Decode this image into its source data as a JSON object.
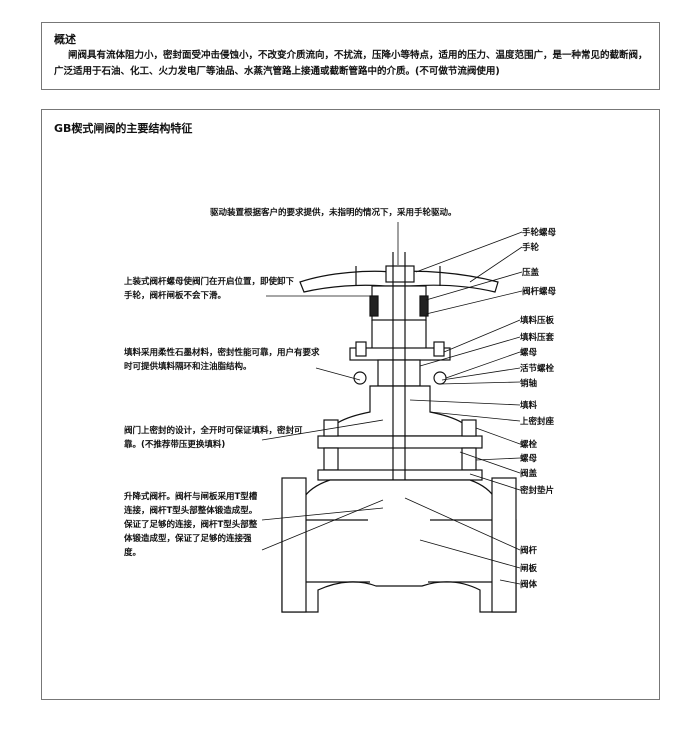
{
  "overview": {
    "title": "概述",
    "text": "闸阀具有流体阻力小，密封面受冲击侵蚀小，不改变介质流向，不扰流，压降小等特点，适用的压力、温度范围广，是一种常见的截断阀，广泛适用于石油、化工、火力发电厂等油品、水蒸汽管路上接通或截断管路中的介质。(不可做节流阀使用)"
  },
  "section": {
    "title": "GB楔式闸阀的主要结构特征"
  },
  "notes": {
    "drive": "驱动装置根据客户的要求提供，未指明的情况下，采用手轮驱动。",
    "stem_nut": "上装式阀杆螺母使阀门在开启位置，即使卸下手轮，阀杆闸板不会下滑。",
    "packing": "填料采用柔性石墨材料，密封性能可靠，用户有要求时可提供填料隔环和注油脂结构。",
    "backseat": "阀门上密封的设计，全开时可保证填料，密封可靠。(不推荐带压更换填料)",
    "stem": "升降式阀杆。阀杆与闸板采用T型槽连接，阀杆T型头部整体锻造成型。保证了足够的连接，阀杆T型头部整体锻造成型，保证了足够的连接强度。"
  },
  "parts": [
    "手轮螺母",
    "手轮",
    "压盖",
    "阀杆螺母",
    "填料压板",
    "填料压套",
    "螺母",
    "活节螺栓",
    "销轴",
    "填料",
    "上密封座",
    "螺栓",
    "螺母",
    "阀盖",
    "密封垫片",
    "阀杆",
    "闸板",
    "阀体"
  ]
}
